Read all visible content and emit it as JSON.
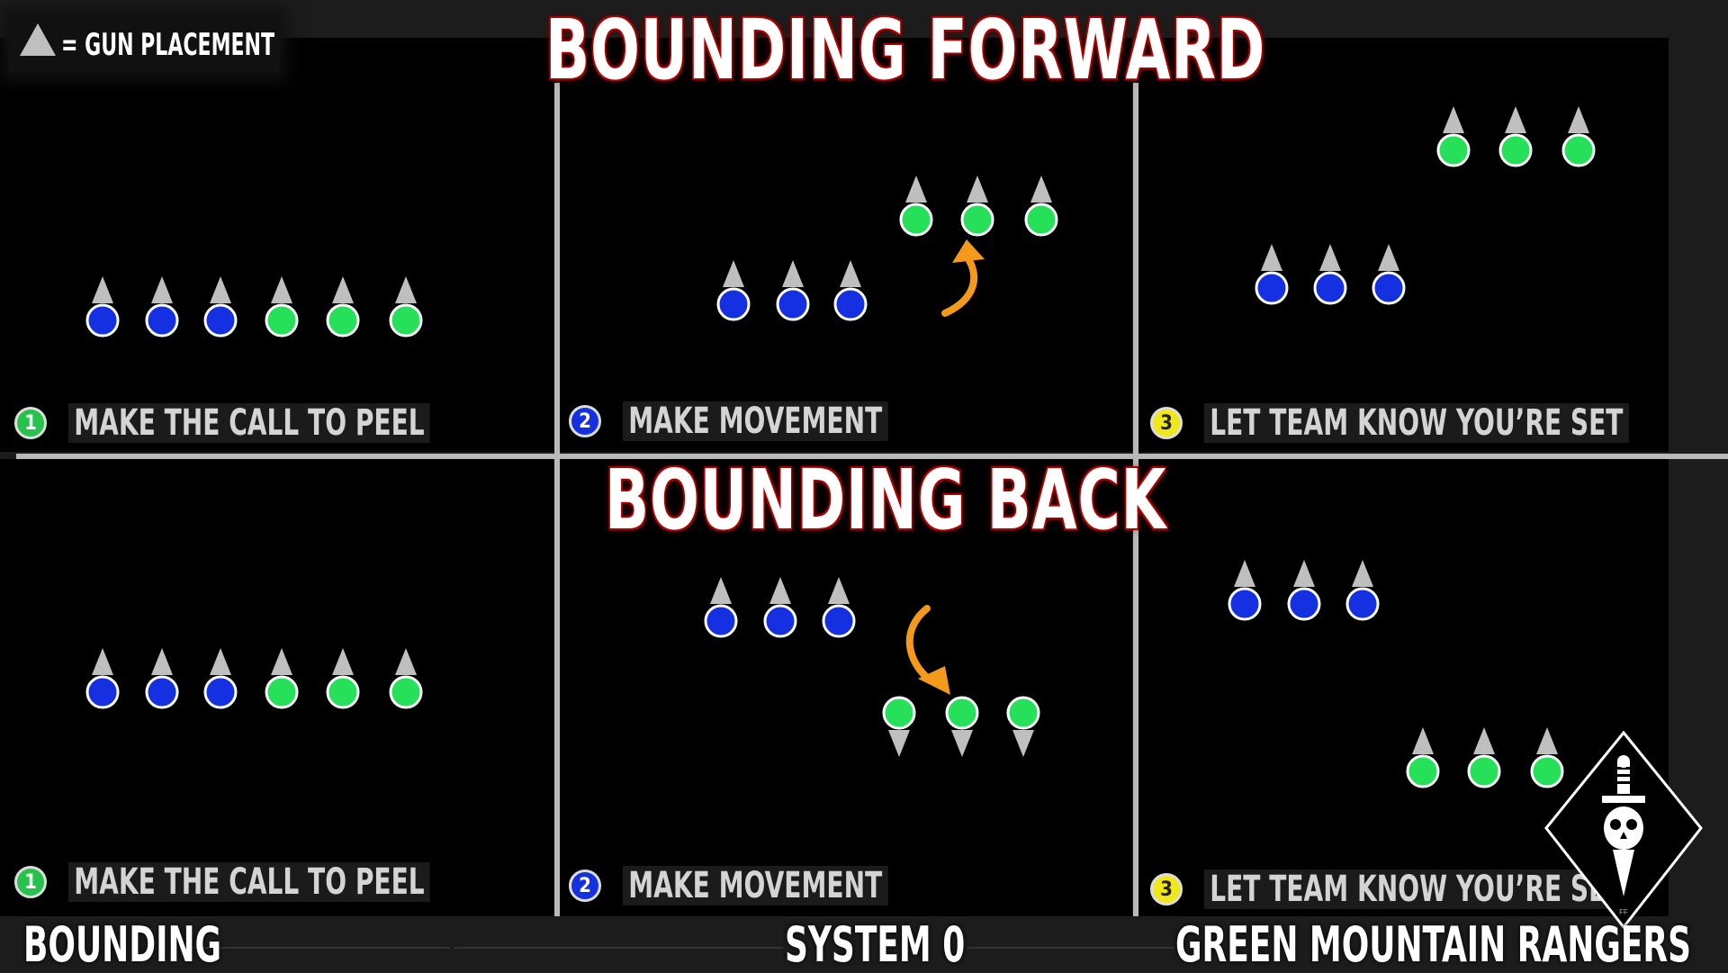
{
  "legend": {
    "icon": "gun-placement-triangle-icon",
    "text": "= GUN PLACEMENT"
  },
  "titles": {
    "top": "BOUNDING FORWARD",
    "bottom": "BOUNDING  BACK"
  },
  "steps": {
    "top_1": {
      "number": "1",
      "label": "MAKE THE CALL TO PEEL"
    },
    "top_2": {
      "number": "2",
      "label": "MAKE MOVEMENT"
    },
    "top_3": {
      "number": "3",
      "label": "LET TEAM KNOW YOU’RE SET"
    },
    "bottom_1": {
      "number": "1",
      "label": "MAKE THE CALL TO PEEL"
    },
    "bottom_2": {
      "number": "2",
      "label": "MAKE MOVEMENT"
    },
    "bottom_3": {
      "number": "3",
      "label": "LET TEAM KNOW YOU’RE SET"
    }
  },
  "footer": {
    "left": "BOUNDING",
    "center": "SYSTEM 0",
    "right": "GREEN MOUNTAIN RANGERS"
  },
  "colors": {
    "blue_team": "#1530e0",
    "green_team": "#27e05a",
    "step_1": "#27c24b",
    "step_2": "#1530e0",
    "step_3": "#f0e81a",
    "arrow": "#f39a1c",
    "title_outline": "#aa0000"
  },
  "logo": {
    "name": "skull-dagger-emblem",
    "mark": "FF"
  }
}
